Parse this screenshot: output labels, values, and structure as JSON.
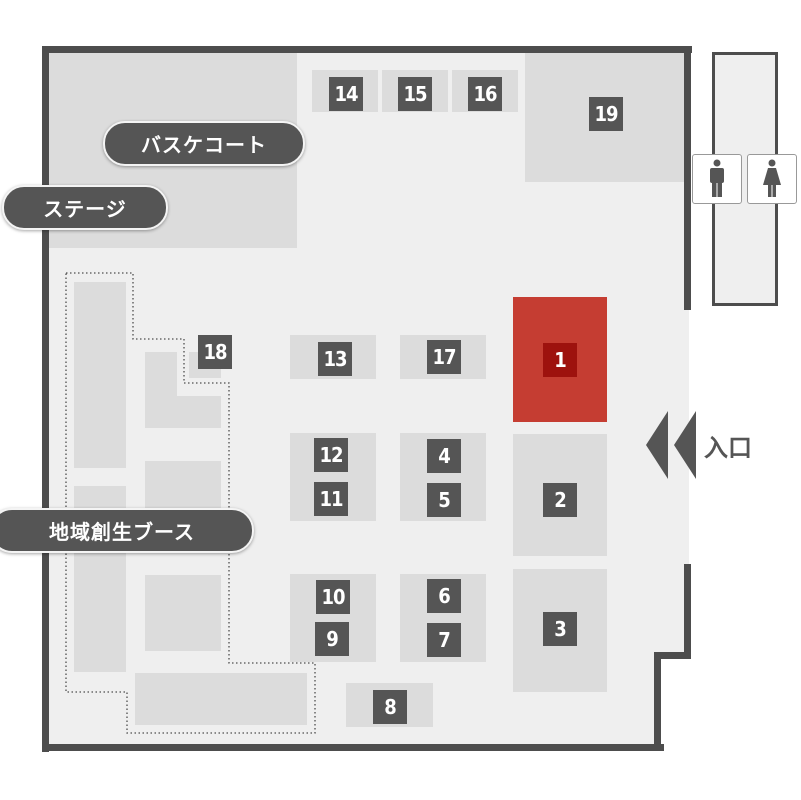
{
  "map": {
    "labels": {
      "basketball_court": "バスケコート",
      "stage": "ステージ",
      "regional_booth": "地域創生ブース",
      "entrance": "入口"
    },
    "booths": {
      "b1": "1",
      "b2": "2",
      "b3": "3",
      "b4": "4",
      "b5": "5",
      "b6": "6",
      "b7": "7",
      "b8": "8",
      "b9": "9",
      "b10": "10",
      "b11": "11",
      "b12": "12",
      "b13": "13",
      "b14": "14",
      "b15": "15",
      "b16": "16",
      "b17": "17",
      "b18": "18",
      "b19": "19"
    },
    "highlighted_booth": "1",
    "restroom_icons": [
      "male-restroom-icon",
      "female-restroom-icon"
    ],
    "colors": {
      "highlight": "#c53d32",
      "highlight_number": "#9e120e",
      "wall": "#4d4d4d",
      "floor": "#efefef",
      "zone": "#dcdcdc",
      "number_bg": "#555555"
    }
  }
}
